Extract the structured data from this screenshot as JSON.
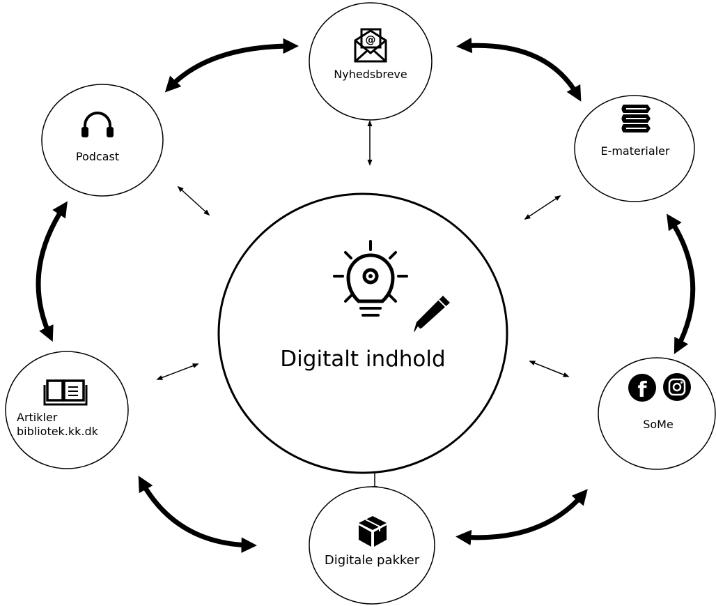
{
  "center": {
    "label": "Digitalt indhold",
    "icons": [
      "lightbulb-gear-icon",
      "pencil-icon"
    ]
  },
  "nodes": [
    {
      "id": "nyhedsbreve",
      "label": "Nyhedsbreve",
      "icon": "envelope-at-icon"
    },
    {
      "id": "e-materialer",
      "label": "E-materialer",
      "icon": "books-stack-icon"
    },
    {
      "id": "some",
      "label": "SoMe",
      "icons": [
        "facebook-icon",
        "instagram-icon"
      ]
    },
    {
      "id": "digitale-pakker",
      "label": "Digitale pakker",
      "icon": "box-icon"
    },
    {
      "id": "artikler",
      "label_lines": [
        "Artikler",
        "bibliotek.kk.dk"
      ],
      "icon": "open-book-icon"
    },
    {
      "id": "podcast",
      "label": "Podcast",
      "icon": "headphones-icon"
    }
  ],
  "colors": {
    "stroke": "#000000",
    "background": "#ffffff"
  }
}
